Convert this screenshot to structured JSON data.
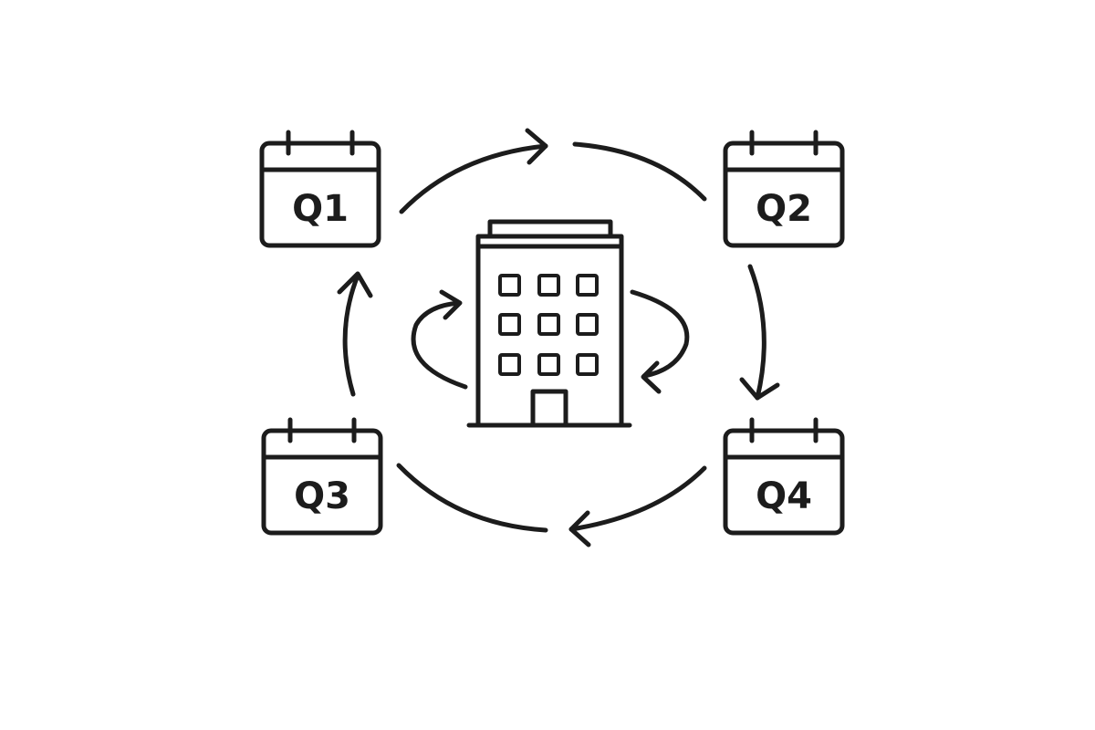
{
  "colors": {
    "background": "#ffffff",
    "line": "#1c1c1c"
  },
  "quarters": [
    {
      "label": "Q1",
      "icon": "calendar-icon"
    },
    {
      "label": "Q2",
      "icon": "calendar-icon"
    },
    {
      "label": "Q3",
      "icon": "calendar-icon"
    },
    {
      "label": "Q4",
      "icon": "calendar-icon"
    }
  ],
  "center_icon": "office-building-icon",
  "cycle_direction": "clockwise",
  "center_rotation_icon": "circular-arrows-icon"
}
